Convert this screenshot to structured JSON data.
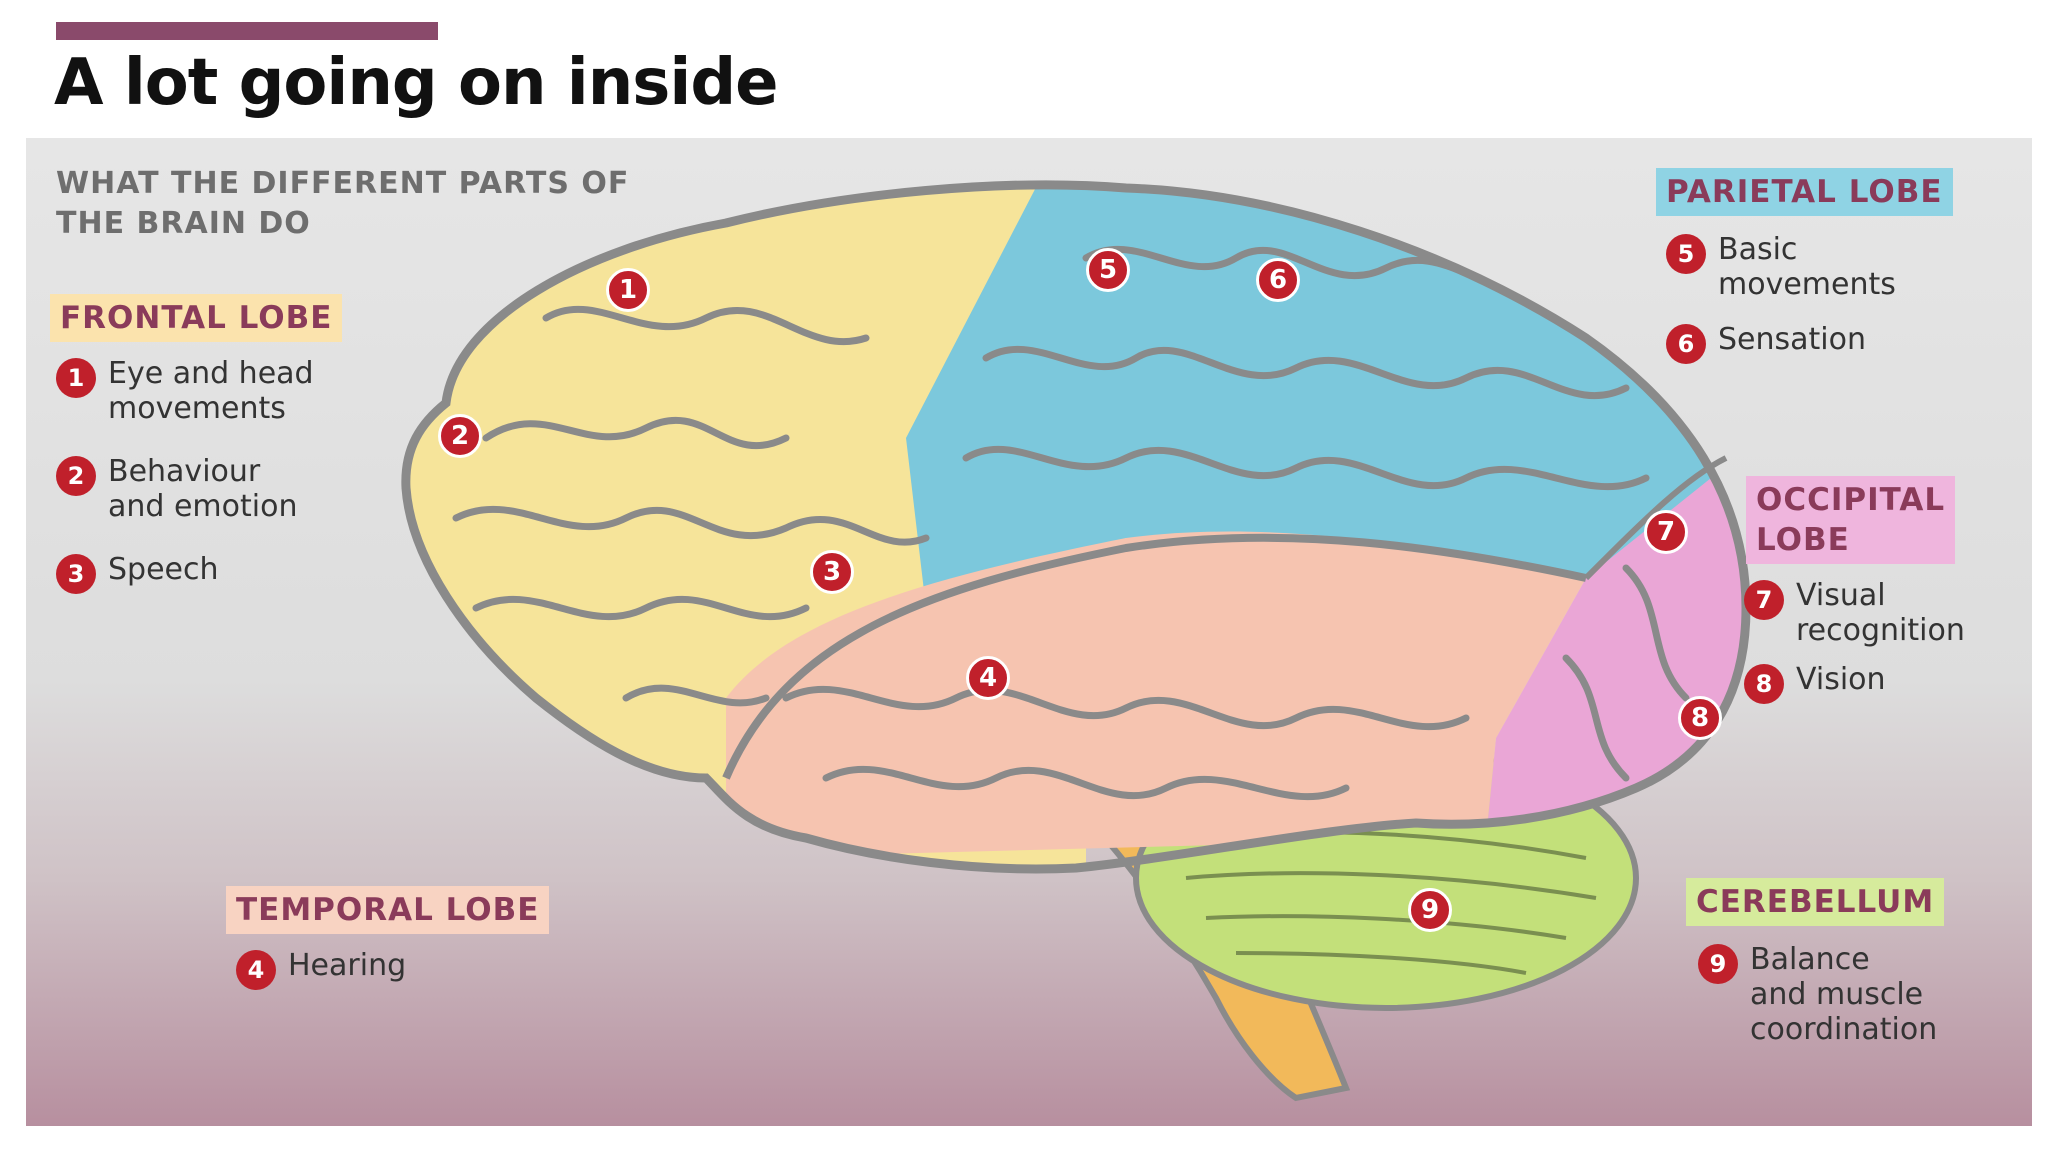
{
  "title": "A lot going on inside",
  "subtitle": "WHAT THE DIFFERENT PARTS OF THE BRAIN DO",
  "colors": {
    "frontal": "#f6e49a",
    "parietal": "#7cc8dc",
    "occipital": "#eaa6d6",
    "temporal": "#f6c4b0",
    "cerebellum": "#c3e07a",
    "stem": "#f2b95a",
    "marker": "#c0202b",
    "heading_text": "#8a3b5a"
  },
  "sections": {
    "frontal": {
      "heading": "FRONTAL LOBE",
      "items": [
        {
          "num": "1",
          "text": "Eye and head\nmovements"
        },
        {
          "num": "2",
          "text": "Behaviour\nand emotion"
        },
        {
          "num": "3",
          "text": "Speech"
        }
      ]
    },
    "parietal": {
      "heading": "PARIETAL LOBE",
      "items": [
        {
          "num": "5",
          "text": "Basic\nmovements"
        },
        {
          "num": "6",
          "text": "Sensation"
        }
      ]
    },
    "occipital": {
      "heading": "OCCIPITAL\nLOBE",
      "items": [
        {
          "num": "7",
          "text": "Visual\nrecognition"
        },
        {
          "num": "8",
          "text": "Vision"
        }
      ]
    },
    "temporal": {
      "heading": "TEMPORAL LOBE",
      "items": [
        {
          "num": "4",
          "text": "Hearing"
        }
      ]
    },
    "cerebellum": {
      "heading": "CEREBELLUM",
      "items": [
        {
          "num": "9",
          "text": "Balance\nand muscle\ncoordination"
        }
      ]
    }
  },
  "brain_markers": [
    "1",
    "2",
    "3",
    "4",
    "5",
    "6",
    "7",
    "8",
    "9"
  ]
}
